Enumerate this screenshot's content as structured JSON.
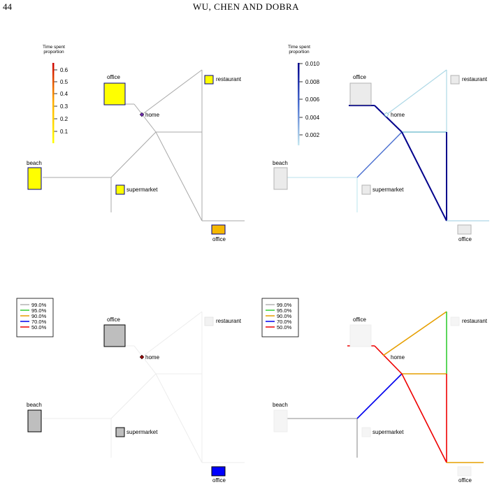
{
  "header": {
    "page_number": "44",
    "running_head": "WU, CHEN AND DOBRA"
  },
  "labels": {
    "office": "office",
    "restaurant": "restaurant",
    "home": "home",
    "beach": "beach",
    "supermarket": "supermarket"
  },
  "colorbar_title": [
    "Time spent",
    "proportion"
  ],
  "panel1_ticks": [
    "0.6",
    "0.5",
    "0.4",
    "0.3",
    "0.2",
    "0.1"
  ],
  "panel2_ticks": [
    "0.010",
    "0.008",
    "0.006",
    "0.004",
    "0.002"
  ],
  "legend": [
    {
      "label": "99.0%",
      "color": "#b3b3b3"
    },
    {
      "label": "95.0%",
      "color": "#33cc33"
    },
    {
      "label": "90.0%",
      "color": "#e69f00"
    },
    {
      "label": "70.0%",
      "color": "#0000ee"
    },
    {
      "label": "50.0%",
      "color": "#ee0000"
    }
  ],
  "colors": {
    "yellow": "#ffff00",
    "orange": "#f5b800",
    "navy": "#00008b",
    "light_blue": "#add8e6",
    "gray_fill": "#bebebe",
    "blue_fill": "#0000ff"
  }
}
